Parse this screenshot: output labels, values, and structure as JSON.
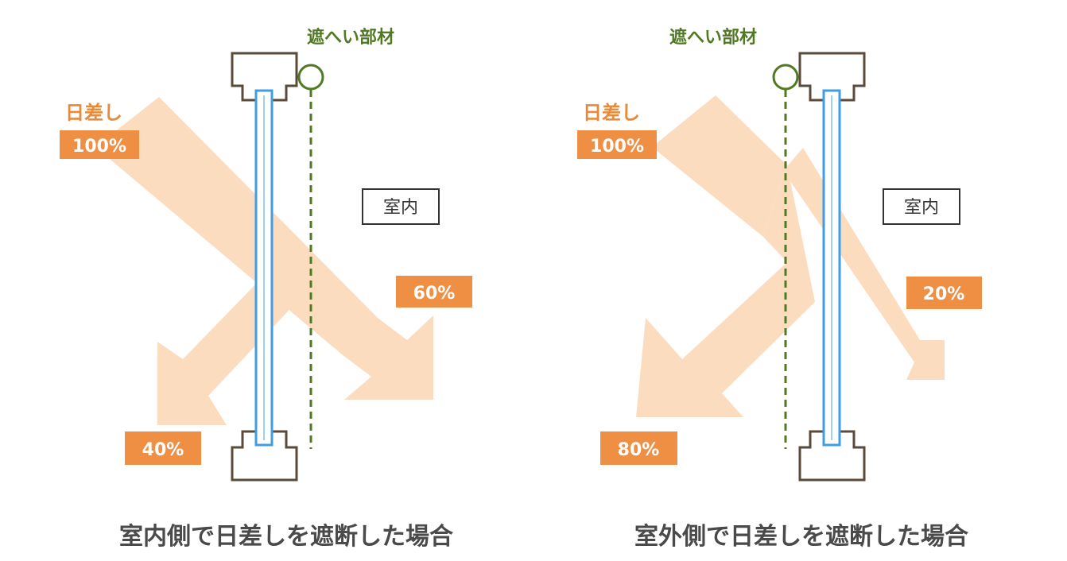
{
  "colors": {
    "arrow": "#fcdcbf",
    "tag_bg": "#ef8f44",
    "sun_label": "#e88a3a",
    "shield": "#4f7a23",
    "glass": "#3f9ee0",
    "frame": "#5b4a3a",
    "caption": "#4a4a4a"
  },
  "left_panel": {
    "shield_label": "遮へい部材",
    "sun_label": "日差し",
    "sun_percent": "100%",
    "room_label": "室内",
    "transmitted_percent": "60%",
    "reflected_percent": "40%",
    "caption": "室内側で日差しを遮断した場合"
  },
  "right_panel": {
    "shield_label": "遮へい部材",
    "sun_label": "日差し",
    "sun_percent": "100%",
    "room_label": "室内",
    "transmitted_percent": "20%",
    "reflected_percent": "80%",
    "caption": "室外側で日差しを遮断した場合"
  }
}
